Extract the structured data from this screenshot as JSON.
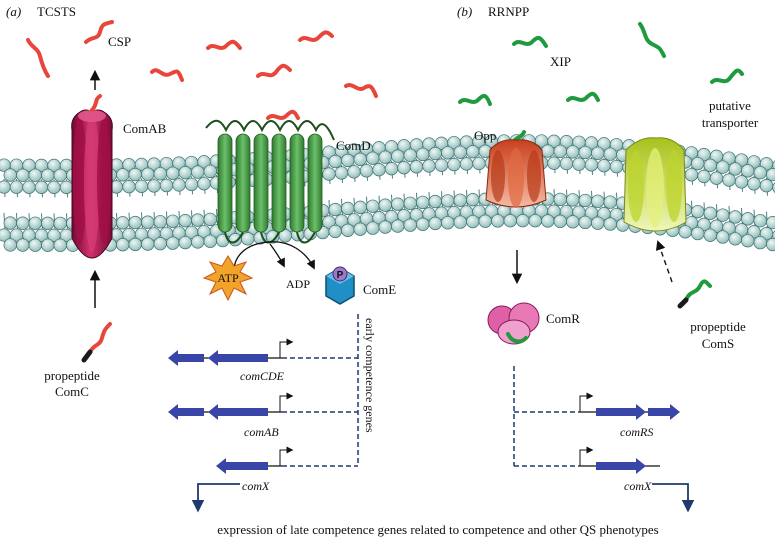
{
  "panels": {
    "a": {
      "tag": "(a)",
      "title": "TCSTS"
    },
    "b": {
      "tag": "(b)",
      "title": "RRNPP"
    }
  },
  "labels": {
    "csp": "CSP",
    "comab_protein": "ComAB",
    "comd": "ComD",
    "propeptide_comc_line1": "propeptide",
    "propeptide_comc_line2": "ComC",
    "atp": "ATP",
    "adp": "ADP",
    "phospho": "P",
    "come": "ComE",
    "early_genes": "early competence genes",
    "xip": "XIP",
    "transporter_line1": "putative",
    "transporter_line2": "transporter",
    "opp": "Opp",
    "comr": "ComR",
    "propeptide_coms_line1": "propeptide",
    "propeptide_coms_line2": "ComS"
  },
  "genes": {
    "comcde": "comCDE",
    "comab": "comAB",
    "comx_a": "comX",
    "comrs": "comRS",
    "comx_b": "comX"
  },
  "caption": "expression of late competence genes related to competence and other QS phenotypes",
  "colors": {
    "peptide": "#e8463a",
    "xip": "#1f9a3e",
    "membrane_bead": "#b9d6d2",
    "membrane_bead_stroke": "#3e6f73",
    "comab": "#b0124f",
    "comd": "#3f9a3f",
    "opp": "#d4552a",
    "transporter": "#c5dc2c",
    "come": "#1f8fc6",
    "comr": "#e060a8",
    "gene_arrow": "#3a45a8",
    "line": "#1e3a6e",
    "atp": "#f2a32a"
  }
}
